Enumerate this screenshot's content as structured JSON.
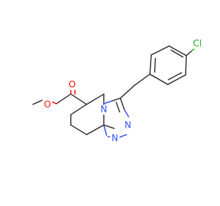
{
  "molecule": {
    "atoms": {
      "ester_o_methyl": "O",
      "carbonyl_o": "O",
      "ring_n_fused": "N",
      "ring_n_upper": "N",
      "ring_n_lower": "N",
      "chlorine": "Cl"
    },
    "colors": {
      "bond": "#333333",
      "nitrogen": "#3050f8",
      "oxygen": "#ff0d0d",
      "chlorine": "#1fb01f"
    }
  }
}
